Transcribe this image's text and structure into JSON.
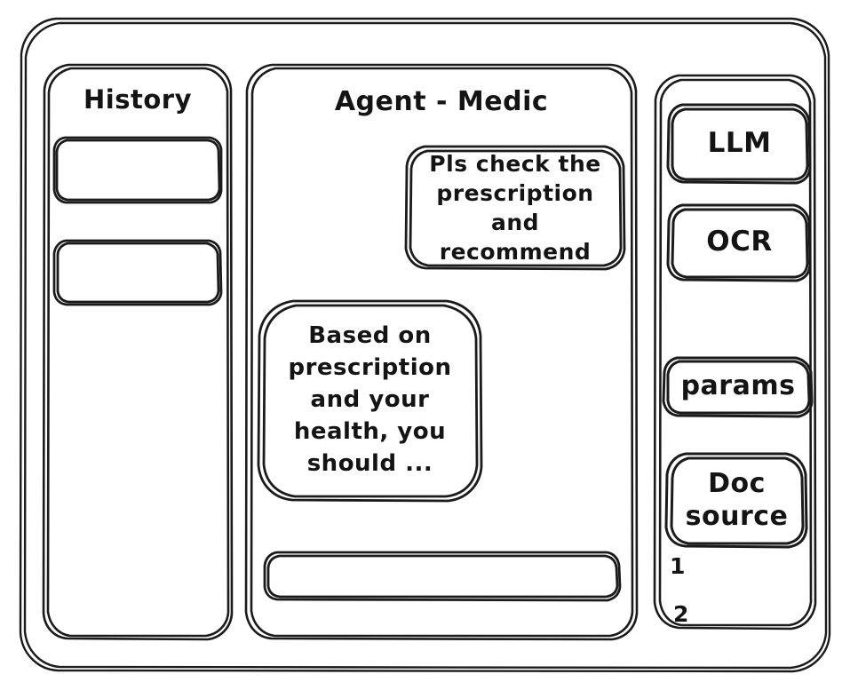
{
  "window": {
    "style": "hand-drawn-wireframe",
    "stroke_color": "#1b1b1b",
    "background_color": "#ffffff"
  },
  "history_panel": {
    "title": "History",
    "items": [
      {
        "label": ""
      },
      {
        "label": ""
      }
    ]
  },
  "chat_panel": {
    "title": "Agent - Medic",
    "messages": [
      {
        "role": "user",
        "text": "Pls check the\nprescription\nand recommend",
        "align": "right"
      },
      {
        "role": "agent",
        "text": "Based on\nprescription\nand your\nhealth, you\nshould ...",
        "align": "left"
      }
    ],
    "input": {
      "value": "",
      "placeholder": ""
    }
  },
  "tools_panel": {
    "buttons": [
      {
        "label": "LLM"
      },
      {
        "label": "OCR"
      },
      {
        "label": "params"
      },
      {
        "label": "Doc\nsource"
      }
    ],
    "doc_sources": [
      {
        "label": "1"
      },
      {
        "label": "2"
      }
    ]
  }
}
